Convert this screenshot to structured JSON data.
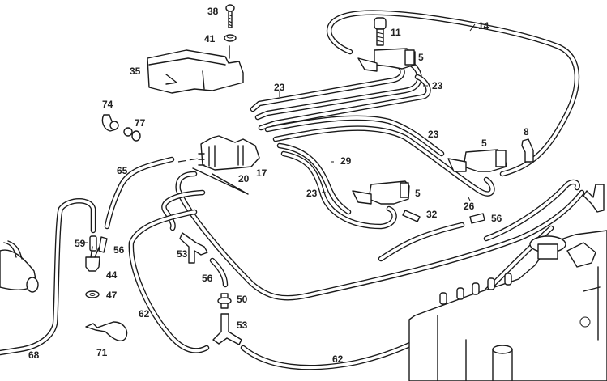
{
  "diagram": {
    "type": "exploded parts diagram",
    "subject": "vacuum line / hose routing with switchover valves and injection pump",
    "colors": {
      "ink": "#1a1a1a",
      "background": "#ffffff"
    },
    "callouts": [
      {
        "id": "c38",
        "label": "38"
      },
      {
        "id": "c41",
        "label": "41"
      },
      {
        "id": "c35",
        "label": "35"
      },
      {
        "id": "c11",
        "label": "11"
      },
      {
        "id": "c14",
        "label": "14"
      },
      {
        "id": "c5a",
        "label": "5"
      },
      {
        "id": "c23a",
        "label": "23"
      },
      {
        "id": "c23b",
        "label": "23"
      },
      {
        "id": "c74",
        "label": "74"
      },
      {
        "id": "c77",
        "label": "77"
      },
      {
        "id": "c23c",
        "label": "23"
      },
      {
        "id": "c8",
        "label": "8"
      },
      {
        "id": "c5b",
        "label": "5"
      },
      {
        "id": "c65",
        "label": "65"
      },
      {
        "id": "c20",
        "label": "20"
      },
      {
        "id": "c17",
        "label": "17"
      },
      {
        "id": "c29",
        "label": "29"
      },
      {
        "id": "c23d",
        "label": "23"
      },
      {
        "id": "c5c",
        "label": "5"
      },
      {
        "id": "c26",
        "label": "26"
      },
      {
        "id": "c32",
        "label": "32"
      },
      {
        "id": "c56a",
        "label": "56"
      },
      {
        "id": "c59",
        "label": "59"
      },
      {
        "id": "c56b",
        "label": "56"
      },
      {
        "id": "c53a",
        "label": "53"
      },
      {
        "id": "c44",
        "label": "44"
      },
      {
        "id": "c56c",
        "label": "56"
      },
      {
        "id": "c47",
        "label": "47"
      },
      {
        "id": "c50",
        "label": "50"
      },
      {
        "id": "c62a",
        "label": "62"
      },
      {
        "id": "c53b",
        "label": "53"
      },
      {
        "id": "c71",
        "label": "71"
      },
      {
        "id": "c68",
        "label": "68"
      },
      {
        "id": "c62b",
        "label": "62"
      }
    ]
  }
}
